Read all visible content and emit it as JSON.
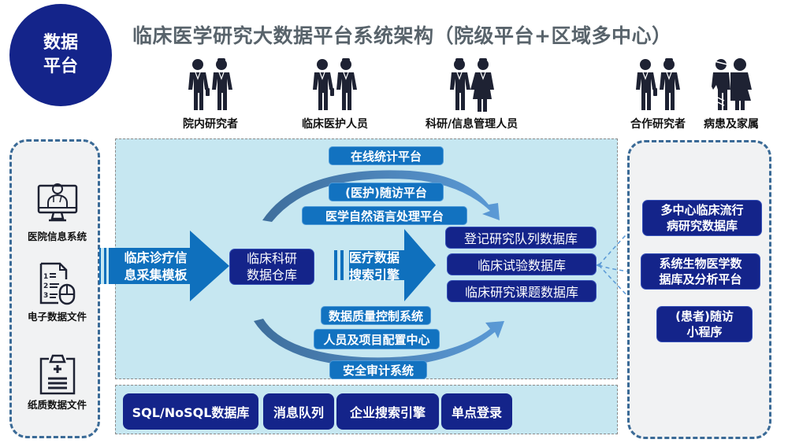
{
  "badge": {
    "line1": "数据",
    "line2": "平台"
  },
  "title": "临床医学研究大数据平台系统架构（院级平台+区域多中心）",
  "roles": [
    {
      "label": "院内研究者",
      "icon": "doctors-icon"
    },
    {
      "label": "临床医护人员",
      "icon": "doctors-icon"
    },
    {
      "label": "科研/信息管理人员",
      "icon": "staff-icon"
    },
    {
      "label": "合作研究者",
      "icon": "doctors-icon"
    },
    {
      "label": "病患及家属",
      "icon": "patient-family-icon"
    }
  ],
  "sources": [
    {
      "label": "医院信息系统",
      "icon": "monitor-doctor-icon"
    },
    {
      "label": "电子数据文件",
      "icon": "document-mouse-icon"
    },
    {
      "label": "纸质数据文件",
      "icon": "clipboard-icon"
    }
  ],
  "pipeline": {
    "intake": {
      "line1": "临床诊疗信",
      "line2": "息采集模板"
    },
    "warehouse": {
      "line1": "临床科研",
      "line2": "数据仓库"
    },
    "search": {
      "line1": "医疗数据",
      "line2": "搜索引擎"
    }
  },
  "upper_services": [
    "在线统计平台",
    "(医护)随访平台",
    "医学自然语言处理平台"
  ],
  "lower_services": [
    "数据质量控制系统",
    "人员及项目配置中心",
    "安全审计系统"
  ],
  "databases": [
    "登记研究队列数据库",
    "临床试验数据库",
    "临床研究课题数据库"
  ],
  "multicenter": [
    {
      "line1": "多中心临床流行",
      "line2": "病研究数据库"
    },
    {
      "line1": "系统生物医学数",
      "line2": "据库及分析平台"
    },
    {
      "line1": "(患者)随访",
      "line2": "小程序"
    }
  ],
  "infrastructure": [
    "SQL/NoSQL数据库",
    "消息队列",
    "企业搜索引擎",
    "单点登录"
  ],
  "colors": {
    "navy": "#14248a",
    "blue": "#1272c0",
    "light_bg": "#c6e7f1",
    "panel_border": "#3a6a96",
    "title_gray": "#58636b"
  }
}
